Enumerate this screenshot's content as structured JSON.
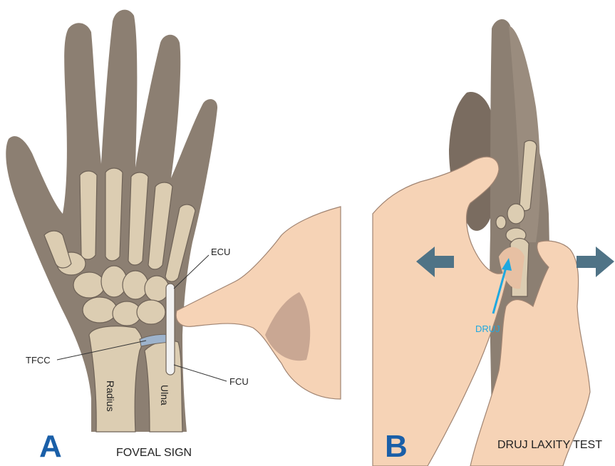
{
  "colors": {
    "hand_dark": "#8c7f72",
    "hand_darker": "#7a6c60",
    "bone": "#dccdb2",
    "bone_outline": "#6e6257",
    "examiner_skin": "#f6d3b6",
    "examiner_outline": "#a08472",
    "ligament": "#9db3cc",
    "tendon": "#f2f2f2",
    "arrow_teal": "#4f7386",
    "druj_blue": "#1ea8e0",
    "panel_letter": "#1a5fa8"
  },
  "panel_a": {
    "letter": "A",
    "caption": "FOVEAL SIGN",
    "labels": {
      "ecu": "ECU",
      "tfcc": "TFCC",
      "fcu": "FCU",
      "radius": "Radius",
      "ulna": "Ulna"
    }
  },
  "panel_b": {
    "letter": "B",
    "caption": "DRUJ LAXITY TEST",
    "labels": {
      "druj": "DRUJ"
    },
    "icons": [
      "arrow-left-icon",
      "arrow-right-icon"
    ]
  }
}
